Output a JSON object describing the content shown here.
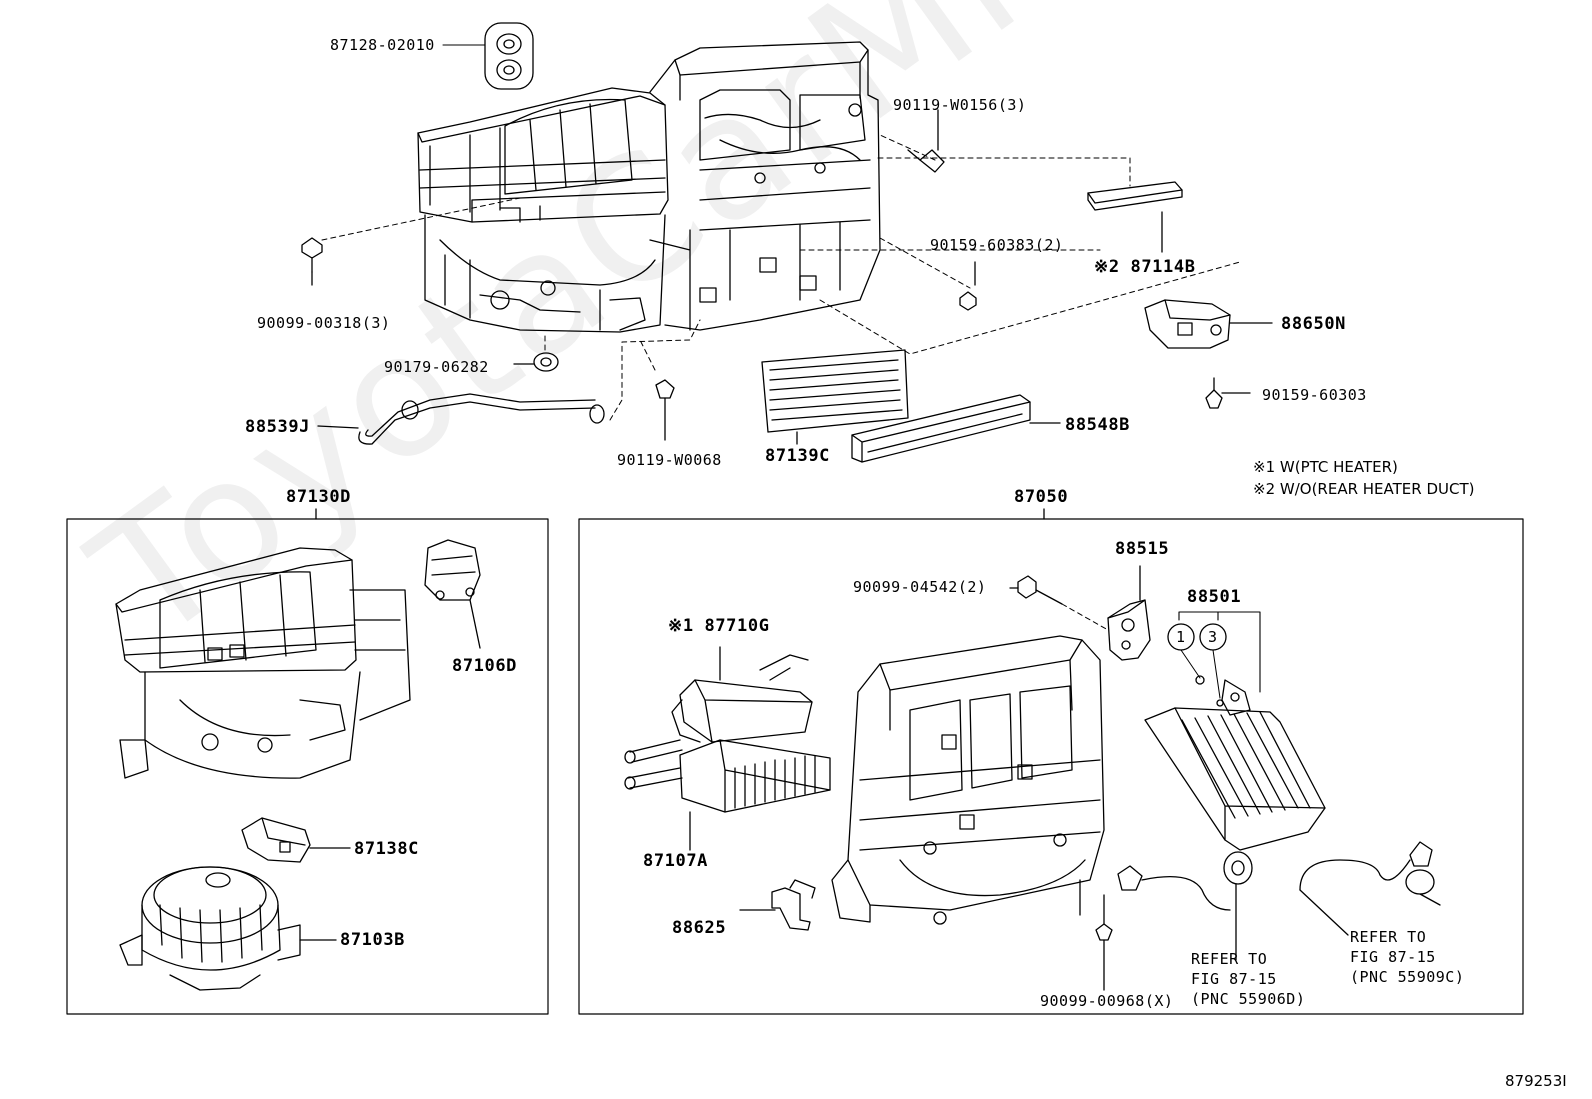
{
  "watermark": "ToyotaCarMine.ru",
  "figure_code": "879253I",
  "notes": {
    "note1": "※1 W(PTC HEATER)",
    "note2": "※2 W/O(REAR HEATER DUCT)"
  },
  "assemblies": {
    "left_box": "87130D",
    "right_box": "87050"
  },
  "labels": {
    "p87128": "87128-02010",
    "p90119_w0156": "90119-W0156(3)",
    "p87114b": "※2 87114B",
    "p90159_60383": "90159-60383(2)",
    "p90099_00318": "90099-00318(3)",
    "p88650n": "88650N",
    "p90179": "90179-06282",
    "p90159_60303": "90159-60303",
    "p88539j": "88539J",
    "p90119_w0068": "90119-W0068",
    "p87139c": "87139C",
    "p88548b": "88548B",
    "p87106d": "87106D",
    "p87138c": "87138C",
    "p87103b": "87103B",
    "p88515": "88515",
    "p90099_04542": "90099-04542(2)",
    "p88501": "88501",
    "p87710g": "※1 87710G",
    "p87107a": "87107A",
    "p88625": "88625",
    "p90099_00968": "90099-00968(X)",
    "circle1": "1",
    "circle3": "3",
    "ref1_line1": "REFER TO",
    "ref1_line2": "FIG 87-15",
    "ref1_line3": "(PNC 55906D)",
    "ref2_line1": "REFER TO",
    "ref2_line2": "FIG 87-15",
    "ref2_line3": "(PNC 55909C)"
  }
}
